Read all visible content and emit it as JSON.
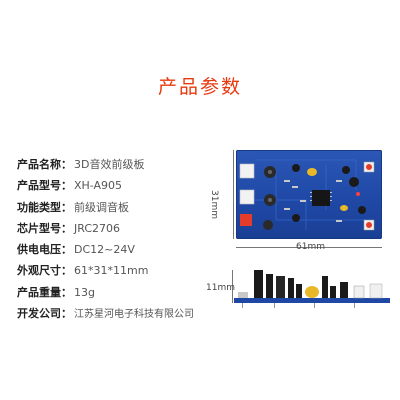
{
  "title": "产品参数",
  "specs": [
    {
      "label": "产品名称：",
      "value": "3D音效前级板"
    },
    {
      "label": "产品型号：",
      "value": "XH-A905"
    },
    {
      "label": "功能类型：",
      "value": "前级调音板"
    },
    {
      "label": "芯片型号：",
      "value": "JRC2706"
    },
    {
      "label": "供电电压：",
      "value": "DC12~24V"
    },
    {
      "label": "外观尺寸：",
      "value": "61*31*11mm"
    },
    {
      "label": "产品重量：",
      "value": "13g"
    },
    {
      "label": "开发公司：",
      "value": "江苏星河电子科技有限公司"
    }
  ],
  "dimensions": {
    "height": "31mm",
    "width": "61mm",
    "thickness": "11mm"
  },
  "colors": {
    "title": "#e8380d",
    "pcb": "#1f48a5",
    "text": "#333333"
  }
}
